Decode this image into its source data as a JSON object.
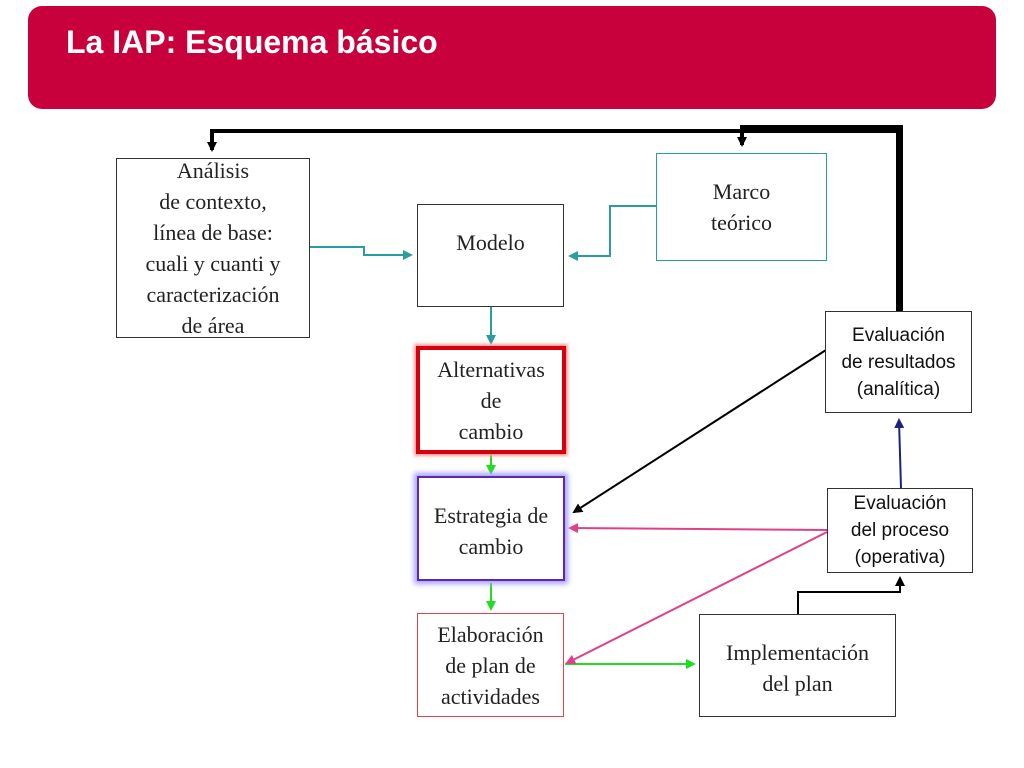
{
  "slide": {
    "title": "La IAP: Esquema básico"
  },
  "colors": {
    "header_bg": "#c8003c",
    "teal": "#2a9d9d",
    "green": "#22dd22",
    "magenta": "#e0408a",
    "navy": "#1a237e",
    "alt_border": "#d6000a",
    "strategy_border": "#5c2aa8",
    "plan_border": "#e0444a"
  },
  "diagram": {
    "analisis": {
      "lines": [
        "Análisis",
        "de contexto,",
        "línea de base:",
        "cuali y cuanti y",
        "caracterización",
        "de área"
      ]
    },
    "modelo": {
      "lines": [
        "Modelo"
      ]
    },
    "marco": {
      "lines": [
        "Marco",
        "teórico"
      ]
    },
    "alternativas": {
      "lines": [
        "Alternativas",
        "de",
        "cambio"
      ]
    },
    "estrategia": {
      "lines": [
        "Estrategia de",
        "cambio"
      ]
    },
    "elaboracion": {
      "lines": [
        "Elaboración",
        "de plan de",
        "actividades"
      ]
    },
    "implementacion": {
      "lines": [
        "Implementación",
        "del plan"
      ]
    },
    "eval_resultados": {
      "lines": [
        "Evaluación",
        "de resultados",
        "(analítica)"
      ]
    },
    "eval_proceso": {
      "lines": [
        "Evaluación",
        "del proceso",
        "(operativa)"
      ]
    }
  }
}
